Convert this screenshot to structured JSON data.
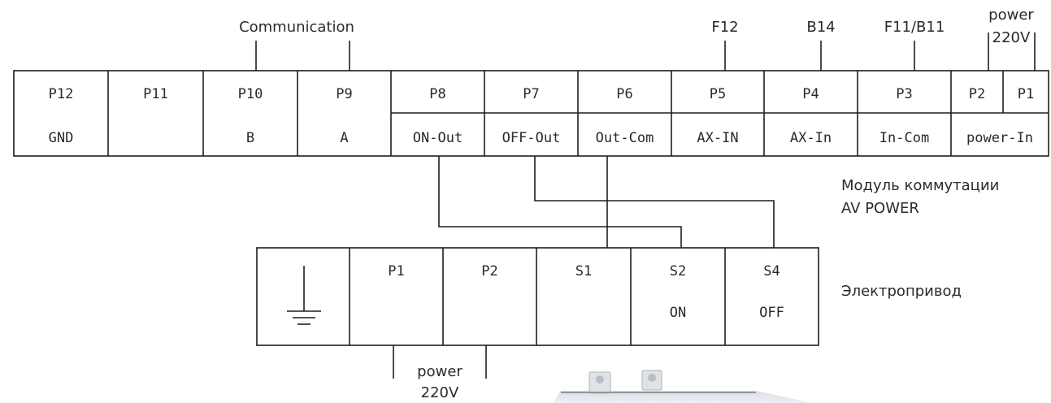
{
  "top_labels": {
    "communication": "Communication",
    "f12": "F12",
    "b14": "B14",
    "f11_b11": "F11/B11",
    "power": "power",
    "v220": "220V"
  },
  "module_ports": [
    {
      "pin": "P12",
      "func": "GND"
    },
    {
      "pin": "P11",
      "func": ""
    },
    {
      "pin": "P10",
      "func": "B"
    },
    {
      "pin": "P9",
      "func": "A"
    },
    {
      "pin": "P8",
      "func": "ON-Out"
    },
    {
      "pin": "P7",
      "func": "OFF-Out"
    },
    {
      "pin": "P6",
      "func": "Out-Com"
    },
    {
      "pin": "P5",
      "func": "AX-IN"
    },
    {
      "pin": "P4",
      "func": "AX-In"
    },
    {
      "pin": "P3",
      "func": "In-Com"
    },
    {
      "pin": "P2",
      "func": ""
    },
    {
      "pin": "P1",
      "func": ""
    }
  ],
  "power_in_label": "power-In",
  "module_name": {
    "line1": "Модуль коммутации",
    "line2": "AV POWER"
  },
  "actuator_ports": [
    {
      "pin": "",
      "func": ""
    },
    {
      "pin": "P1",
      "func": ""
    },
    {
      "pin": "P2",
      "func": ""
    },
    {
      "pin": "S1",
      "func": ""
    },
    {
      "pin": "S2",
      "func": "ON"
    },
    {
      "pin": "S4",
      "func": "OFF"
    }
  ],
  "actuator_name": "Электропривод",
  "bottom_power": {
    "power": "power",
    "v220": "220V"
  },
  "icons": {
    "ground": "ground-icon",
    "device_photo": "actuator-device-image"
  }
}
